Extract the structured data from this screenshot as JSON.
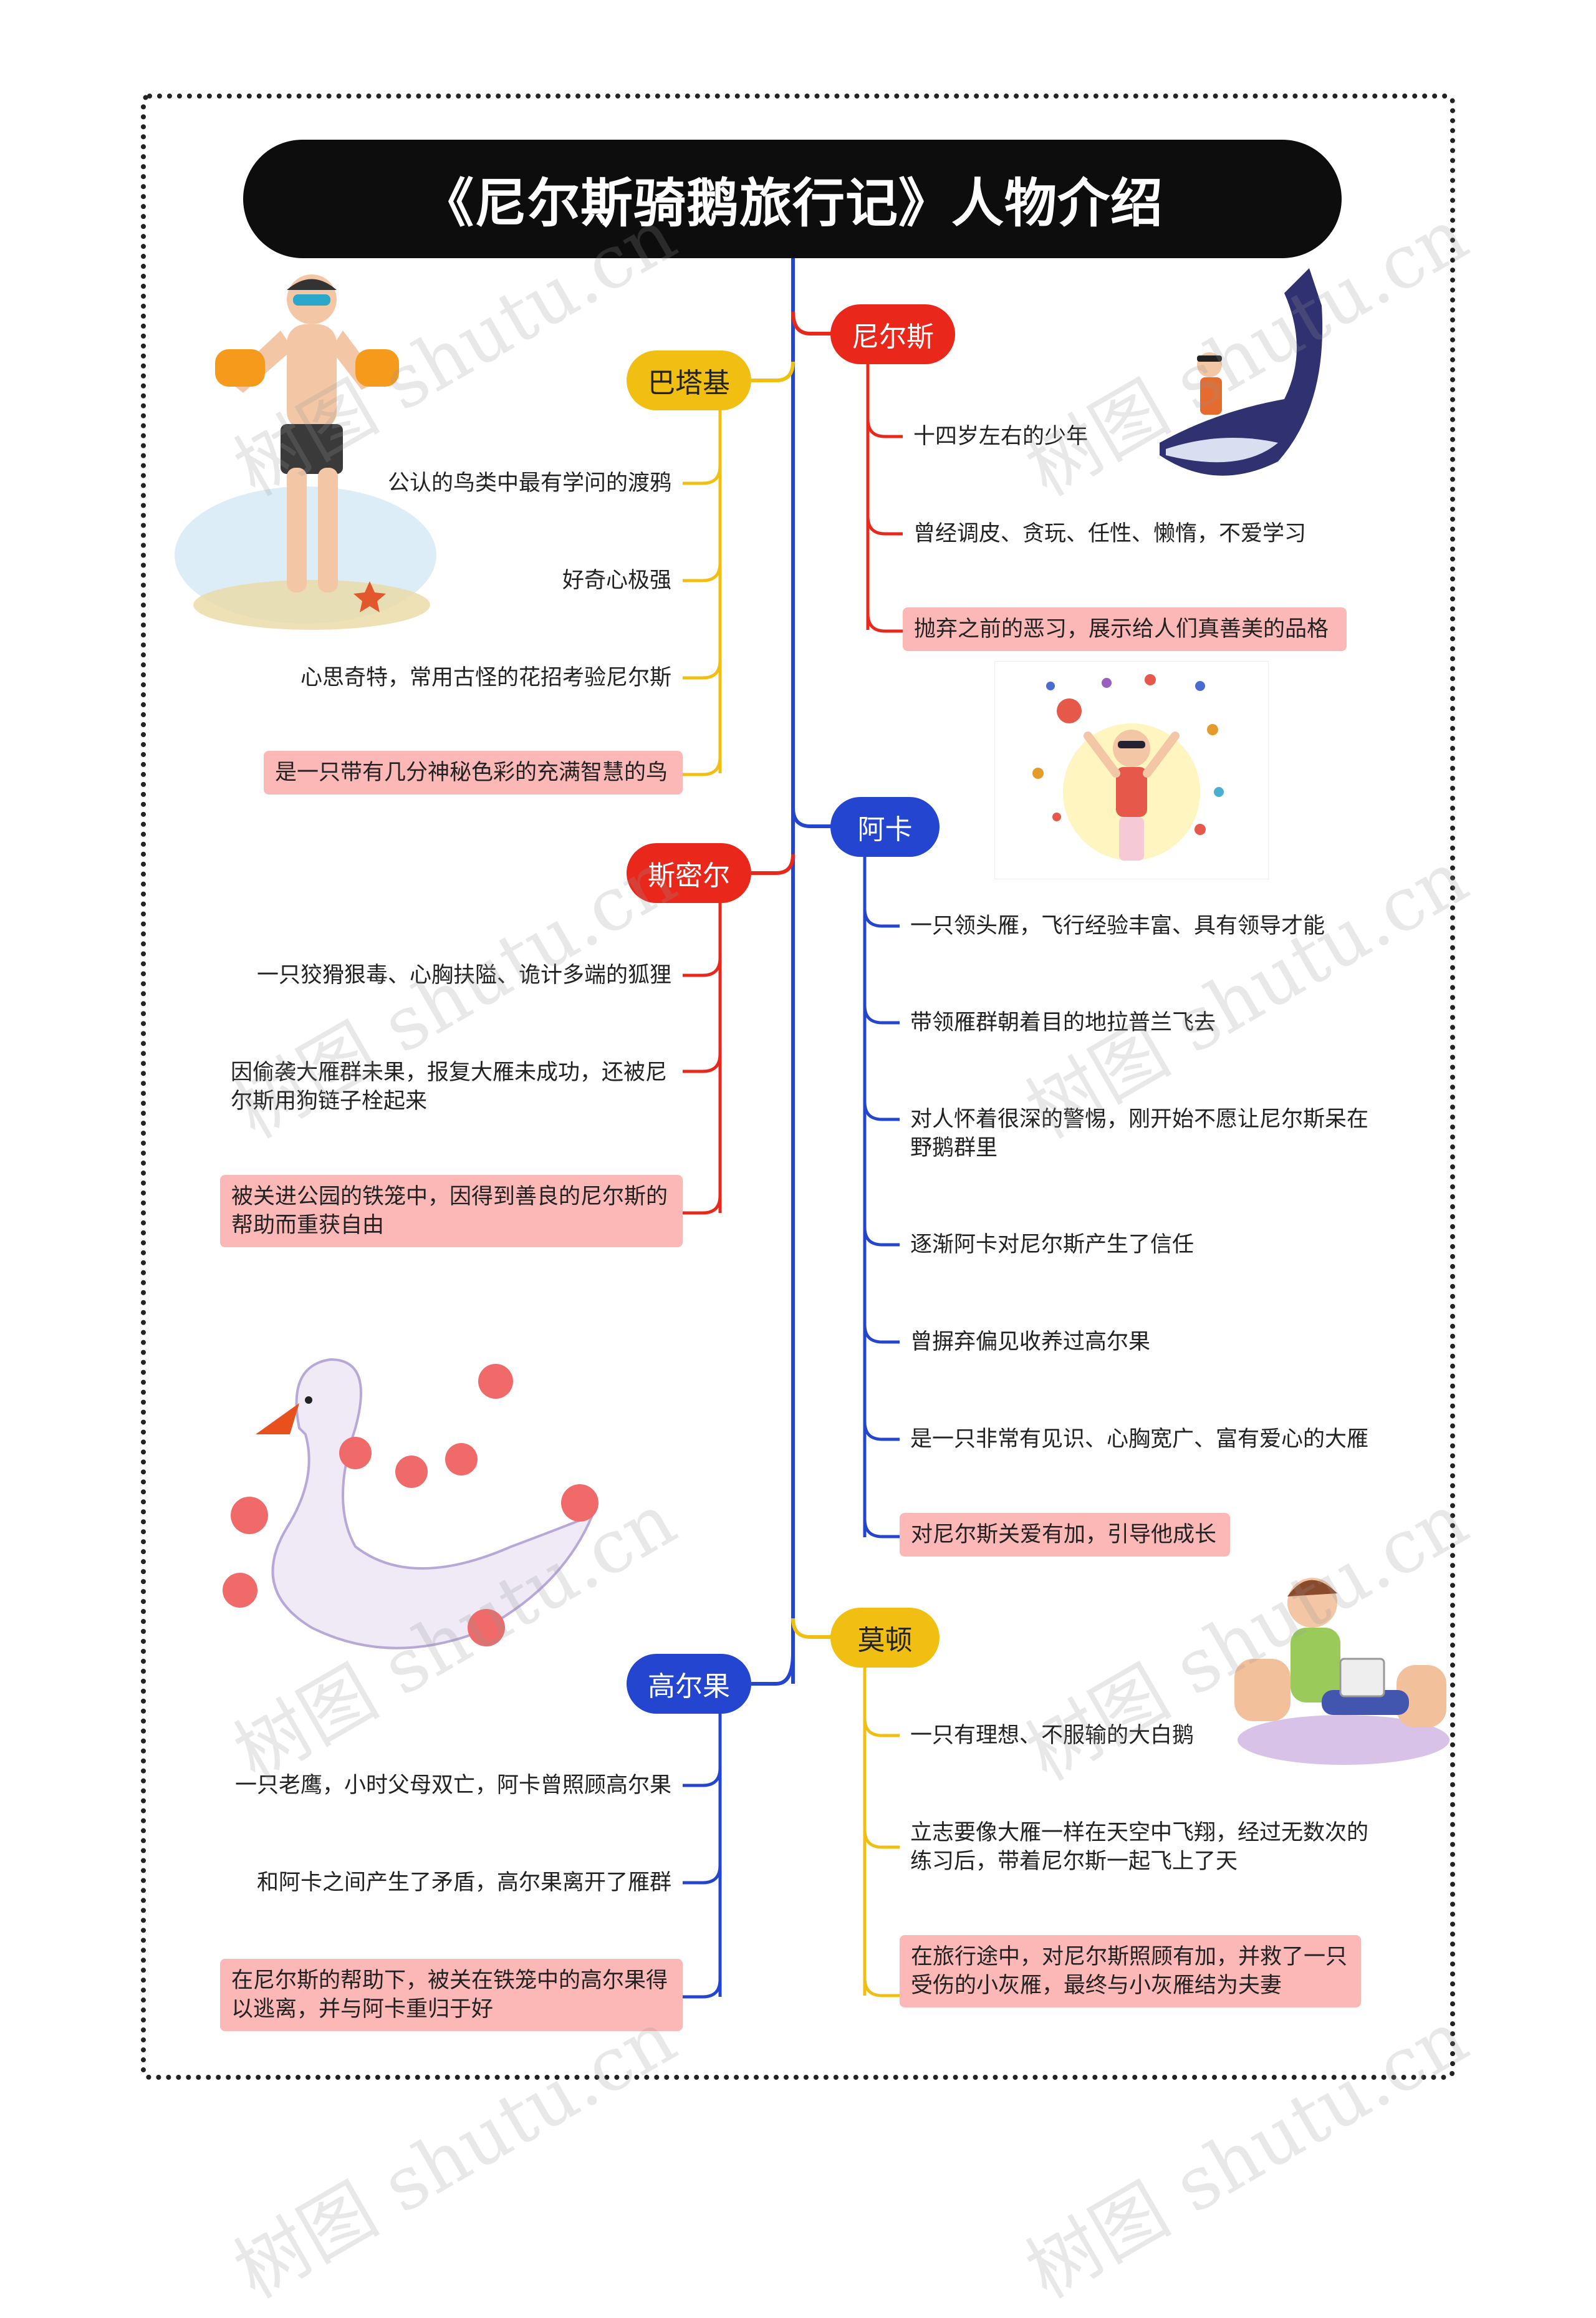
{
  "title": "《尼尔斯骑鹅旅行记》人物介绍",
  "watermark": "树图 shutu.cn",
  "branches": [
    {
      "name": "尼尔斯",
      "color": "#e9281b",
      "items": [
        "十四岁左右的少年",
        "曾经调皮、贪玩、任性、懒惰，不爱学习",
        "抛弃之前的恶习，展示给人们真善美的品格"
      ]
    },
    {
      "name": "巴塔基",
      "color": "#f0bf12",
      "items": [
        "公认的鸟类中最有学问的渡鸦",
        "好奇心极强",
        "心思奇特，常用古怪的花招考验尼尔斯",
        "是一只带有几分神秘色彩的充满智慧的鸟"
      ]
    },
    {
      "name": "阿卡",
      "color": "#2345cf",
      "items": [
        "一只领头雁，飞行经验丰富、具有领导才能",
        "带领雁群朝着目的地拉普兰飞去",
        "对人怀着很深的警惕，刚开始不愿让尼尔斯呆在野鹅群里",
        "逐渐阿卡对尼尔斯产生了信任",
        "曾摒弃偏见收养过高尔果",
        "是一只非常有见识、心胸宽广、富有爱心的大雁",
        "对尼尔斯关爱有加，引导他成长"
      ]
    },
    {
      "name": "斯密尔",
      "color": "#e9281b",
      "items": [
        "一只狡猾狠毒、心胸扶隘、诡计多端的狐狸",
        "因偷袭大雁群未果，报复大雁未成功，还被尼尔斯用狗链子栓起来",
        "被关进公园的铁笼中，因得到善良的尼尔斯的帮助而重获自由"
      ]
    },
    {
      "name": "莫顿",
      "color": "#f0bf12",
      "items": [
        "一只有理想、不服输的大白鹅",
        "立志要像大雁一样在天空中飞翔，经过无数次的练习后，带着尼尔斯一起飞上了天",
        "在旅行途中，对尼尔斯照顾有加，并救了一只受伤的小灰雁，最终与小灰雁结为夫妻"
      ]
    },
    {
      "name": "高尔果",
      "color": "#2345cf",
      "items": [
        "一只老鹰，小时父母双亡，阿卡曾照顾高尔果",
        "和阿卡之间产生了矛盾，高尔果离开了雁群",
        "在尼尔斯的帮助下，被关在铁笼中的高尔果得以逃离，并与阿卡重归于好"
      ]
    }
  ]
}
